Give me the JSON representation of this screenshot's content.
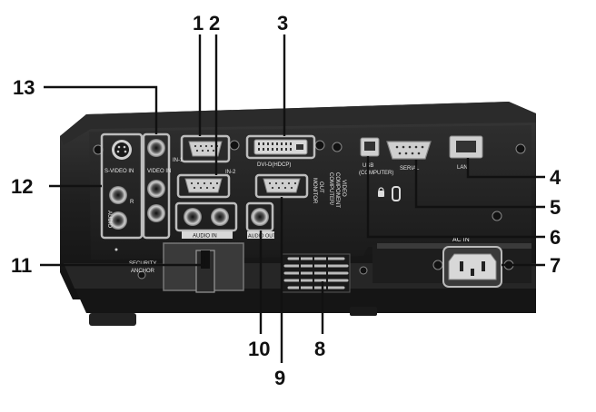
{
  "callouts": {
    "n1": "1",
    "n2": "2",
    "n3": "3",
    "n4": "4",
    "n5": "5",
    "n6": "6",
    "n7": "7",
    "n8": "8",
    "n9": "9",
    "n10": "10",
    "n11": "11",
    "n12": "12",
    "n13": "13"
  },
  "port_labels": {
    "in1": "IN-1",
    "in2": "IN-2",
    "dvi": "DVI-D(HDCP)",
    "svideo_in": "S-VIDEO IN",
    "video_in": "VIDEO IN",
    "audio_vertical": "AUDIO",
    "audio_r": "R",
    "audio_in": "AUDIO IN",
    "audio_out": "AUDIO OUT",
    "monitor_out_1": "MONITOR",
    "monitor_out_2": "OUT",
    "computer_1": "COMPUTER/",
    "computer_2": "COMPONENT",
    "computer_3": "VIDEO",
    "usb_1": "USB",
    "usb_2": "(COMPUTER)",
    "serial": "SERIAL",
    "lan": "LAN",
    "ac_in": "AC IN",
    "security_1": "SECURITY",
    "security_2": "ANCHOR"
  },
  "colors": {
    "body_dark": "#1b1b1b",
    "panel": "#2a2a2a",
    "highlight_frame": "#bdbdbd",
    "callout": "#111111"
  },
  "icons": {
    "lock": "lock-icon",
    "screw": "screw-icon"
  }
}
